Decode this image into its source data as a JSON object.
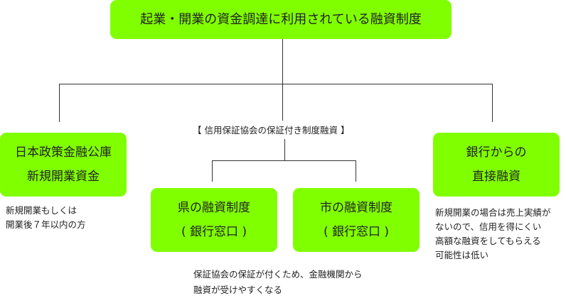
{
  "title": "起業・開業の資金調達に利用されている融資制度",
  "guarantee_label": "【 信用保証協会の保証付き制度融資 】",
  "boxes": {
    "jfc": [
      "日本政策金融公庫",
      "新規開業資金"
    ],
    "prefecture": [
      "県の融資制度",
      "( 銀行窓口 )"
    ],
    "city": [
      "市の融資制度",
      "( 銀行窓口 )"
    ],
    "bank": [
      "銀行からの",
      "直接融資"
    ]
  },
  "notes": {
    "jfc": [
      "新規開業もしくは",
      "開業後７年以内の方"
    ],
    "guarantee": [
      "保証協会の保証が付くため、金融機関から",
      "融資が受けやすくなる"
    ],
    "bank": [
      "新規開業の場合は売上実績が",
      "ないので、信用を得にくい",
      "高額な融資をしてもらえる",
      "可能性は低い"
    ]
  },
  "colors": {
    "box": "#80ff00",
    "line": "#333333"
  }
}
